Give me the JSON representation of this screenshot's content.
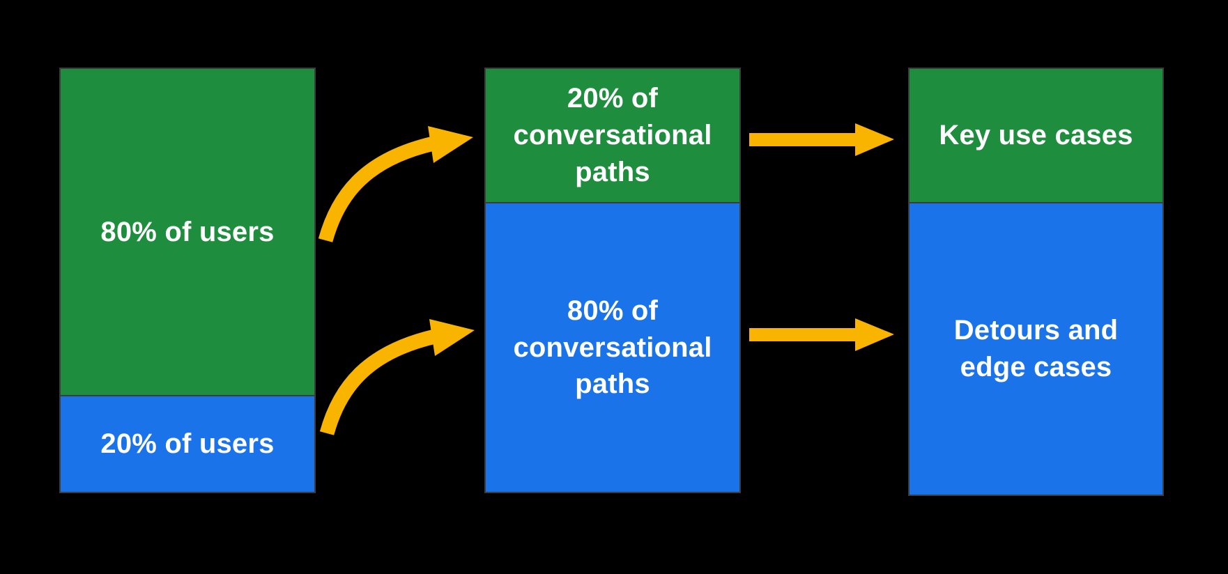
{
  "colors": {
    "background": "#000000",
    "outline": "#3c3c3c",
    "green": "#1e8e3e",
    "blue": "#1a73e8",
    "yellow": "#f9b400",
    "text": "#ffffff"
  },
  "diagram": {
    "columns": [
      {
        "id": "users",
        "segments": [
          {
            "label": "80% of users",
            "color": "green"
          },
          {
            "label": "20% of users",
            "color": "blue"
          }
        ]
      },
      {
        "id": "conversational-paths",
        "segments": [
          {
            "label": "20% of conversational paths",
            "color": "green"
          },
          {
            "label": "80% of conversational paths",
            "color": "blue"
          }
        ]
      },
      {
        "id": "outcomes",
        "segments": [
          {
            "label": "Key use cases",
            "color": "green"
          },
          {
            "label": "Detours and edge cases",
            "color": "blue"
          }
        ]
      }
    ],
    "arrows": [
      {
        "name": "curved-arrow-top",
        "from": "80% of users",
        "to": "20% of conversational paths",
        "color": "yellow"
      },
      {
        "name": "curved-arrow-bottom",
        "from": "20% of users",
        "to": "80% of conversational paths",
        "color": "yellow"
      },
      {
        "name": "straight-arrow-top",
        "from": "20% of conversational paths",
        "to": "Key use cases",
        "color": "yellow"
      },
      {
        "name": "straight-arrow-bottom",
        "from": "80% of conversational paths",
        "to": "Detours and edge cases",
        "color": "yellow"
      }
    ]
  }
}
